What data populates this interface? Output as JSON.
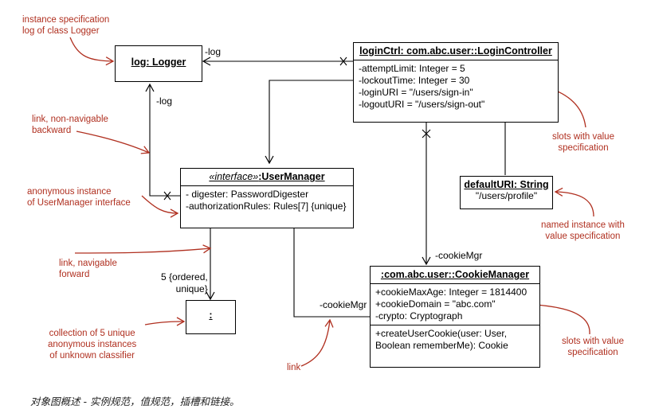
{
  "boxes": {
    "logger": {
      "title": "log: Logger"
    },
    "login": {
      "title": "loginCtrl: com.abc.user::LoginController",
      "slots": [
        "-attemptLimit: Integer = 5",
        "-lockoutTime: Integer = 30",
        "-loginURI = \"/users/sign-in\"",
        "-logoutURI = \"/users/sign-out\""
      ]
    },
    "usermanager": {
      "stereotype": "«interface»",
      "title": ":UserManager",
      "slots": [
        "- digester: PasswordDigester",
        "-authorizationRules: Rules[7] {unique}"
      ]
    },
    "defaulturi": {
      "title": "defaultURI: String",
      "value": "\"/users/profile\""
    },
    "cookie": {
      "title": ":com.abc.user::CookieManager",
      "slots": [
        "+cookieMaxAge: Integer = 1814400",
        "+cookieDomain = \"abc.com\"",
        "-crypto: Cryptograph"
      ],
      "ops": [
        "+createUserCookie(user: User,",
        "Boolean rememberMe): Cookie"
      ]
    },
    "collection": {
      "title": ":"
    }
  },
  "roles": {
    "log1": "-log",
    "log2": "-log",
    "cookie1": "-cookieMgr",
    "cookie2": "-cookieMgr",
    "multiplicity": [
      "5 {ordered,",
      "unique}"
    ]
  },
  "notes": {
    "instance_spec": [
      "instance specification",
      "log of class Logger"
    ],
    "link_nonnav": [
      "link, non-navigable",
      "backward"
    ],
    "anon_instance": [
      "anonymous instance",
      "of UserManager interface"
    ],
    "link_nav": [
      "link, navigable",
      "forward"
    ],
    "collection": [
      "collection of 5 unique",
      "anonymous instances",
      "of unknown classifier"
    ],
    "link": "link",
    "slots1": [
      "slots with value",
      "specification"
    ],
    "named_instance": [
      "named instance with",
      "value specification"
    ],
    "slots2": [
      "slots with value",
      "specification"
    ]
  },
  "caption": "对象图概述 - 实例规范，值规范，插槽和链接。",
  "colors": {
    "note": "#b03020",
    "line": "#000000"
  }
}
